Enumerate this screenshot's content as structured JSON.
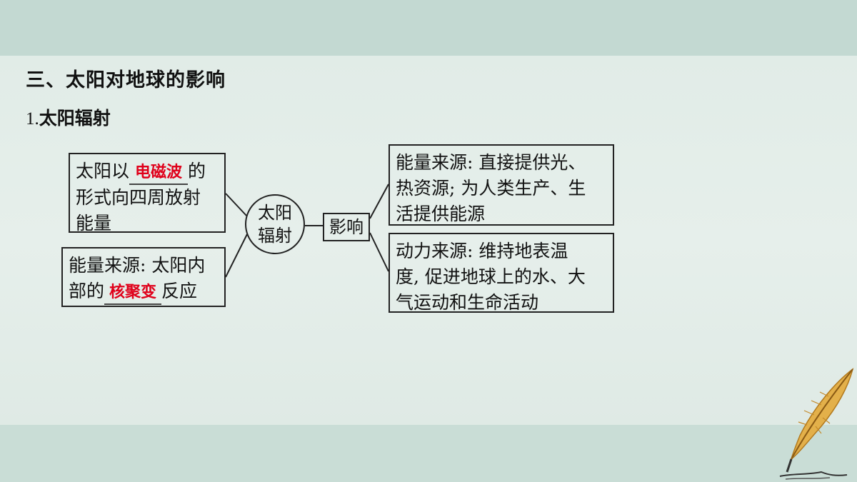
{
  "heading": "三、太阳对地球的影响",
  "subheading": {
    "number": "1.",
    "text": "太阳辐射"
  },
  "left_top_box": {
    "line1_before": "太阳以",
    "blank_answer": "电磁波",
    "line1_after": "的",
    "line2": "形式向四周放射",
    "line3": "能量"
  },
  "left_bottom_box": {
    "line1": "能量来源: 太阳内",
    "line2_before": "部的",
    "blank_answer": "核聚变",
    "line2_after": "反应"
  },
  "center_circle": {
    "line1": "太阳",
    "line2": "辐射"
  },
  "influence_box": "影响",
  "right_top_box": {
    "line1": "能量来源: 直接提供光、",
    "line2": "热资源; 为人类生产、生",
    "line3": "活提供能源"
  },
  "right_bottom_box": {
    "line1": "动力来源: 维持地表温",
    "line2": "度, 促进地球上的水、大",
    "line3": "气运动和生命活动"
  },
  "colors": {
    "answer": "#e0001a",
    "background": "#e3ede9",
    "bands": "#c6dbd4"
  }
}
